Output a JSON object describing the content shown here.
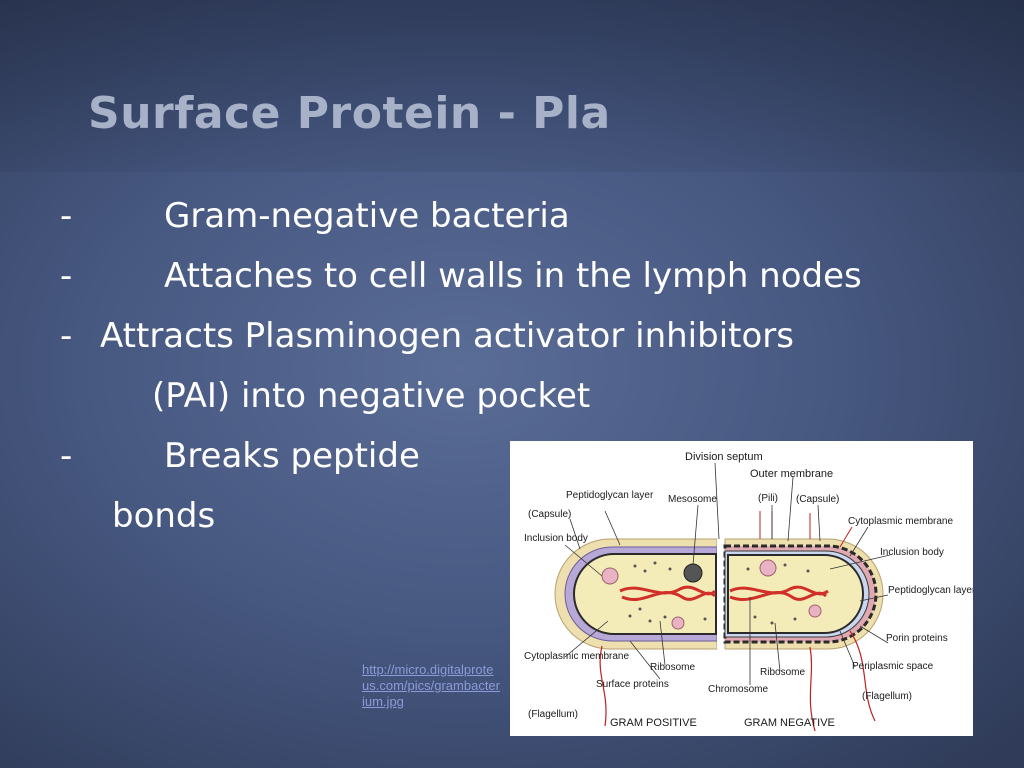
{
  "slide": {
    "title": "Surface Protein - Pla",
    "bullets": [
      {
        "marker": "-",
        "text": "Gram-negative bacteria"
      },
      {
        "marker": "-",
        "text": "Attaches to cell walls in the lymph nodes"
      },
      {
        "marker": "-",
        "text": "Attracts Plasminogen activator inhibitors"
      },
      {
        "marker": "",
        "text": "(PAI) into negative pocket"
      },
      {
        "marker": "-",
        "text": "Breaks peptide"
      },
      {
        "marker": "",
        "text": "bonds"
      }
    ],
    "link_text": "http://micro.digitalproteus.com/pics/grambacterium.jpg"
  },
  "figure": {
    "labels": {
      "division_septum": "Division septum",
      "outer_membrane": "Outer membrane",
      "peptidoglycan_layer_left": "Peptidoglycan layer",
      "mesosome": "Mesosome",
      "pili": "(Pili)",
      "capsule_right": "(Capsule)",
      "capsule_left": "(Capsule)",
      "cytoplasmic_membrane_right": "Cytoplasmic membrane",
      "inclusion_body_left": "Inclusion body",
      "inclusion_body_right": "Inclusion body",
      "peptidoglycan_layer_right": "Peptidoglycan layer",
      "porin_proteins": "Porin proteins",
      "cytoplasmic_membrane_left": "Cytoplasmic membrane",
      "ribosome_left": "Ribosome",
      "ribosome_right": "Ribosome",
      "periplasmic_space": "Periplasmic space",
      "surface_proteins": "Surface proteins",
      "chromosome": "Chromosome",
      "flagellum_left": "(Flagellum)",
      "flagellum_right": "(Flagellum)",
      "gram_positive": "GRAM POSITIVE",
      "gram_negative": "GRAM NEGATIVE"
    }
  }
}
